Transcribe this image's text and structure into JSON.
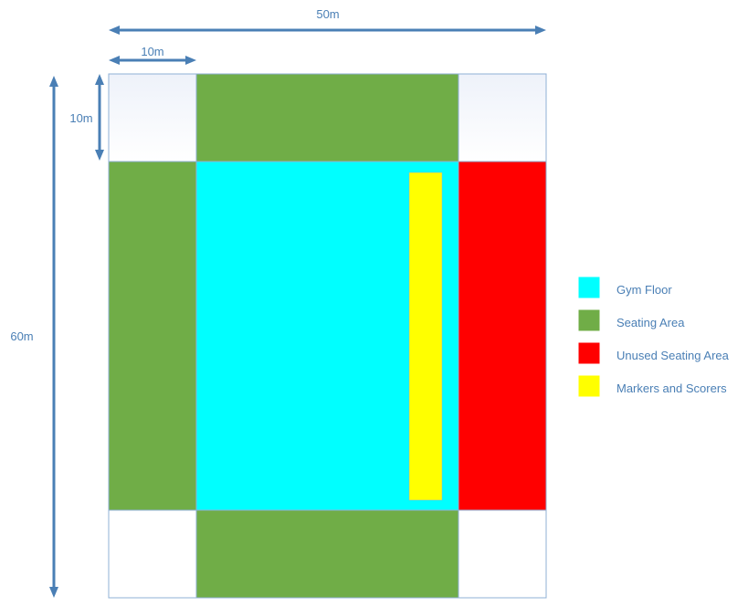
{
  "dimensions": {
    "width_label": "50m",
    "cell_width_label": "10m",
    "cell_height_label": "10m",
    "height_label": "60m"
  },
  "legend": {
    "items": [
      {
        "label": "Gym Floor",
        "color": "#00ffff"
      },
      {
        "label": "Seating Area",
        "color": "#70ad47"
      },
      {
        "label": "Unused Seating Area",
        "color": "#ff0000"
      },
      {
        "label": "Markers and Scorers",
        "color": "#ffff00"
      }
    ]
  },
  "colors": {
    "gym_floor": "#00ffff",
    "seating": "#70ad47",
    "unused_seating": "#ff0000",
    "markers_scorers": "#ffff00",
    "corner_fill": "#f4f6fb",
    "outline": "#8fb0d6",
    "arrow": "#4a7fb5"
  }
}
